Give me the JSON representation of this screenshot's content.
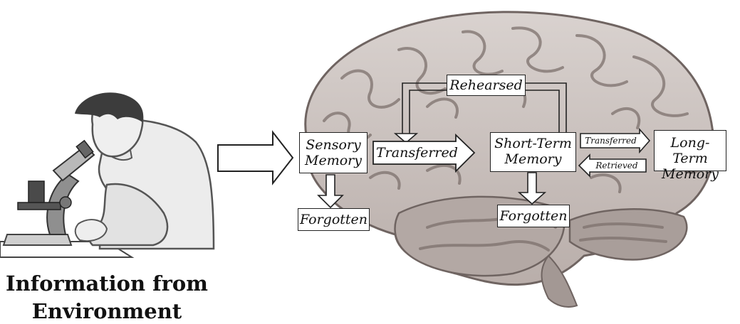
{
  "caption": {
    "line1": "Information from",
    "line2": "Environment"
  },
  "boxes": {
    "sensory_line1": "Sensory",
    "sensory_line2": "Memory",
    "sensory_forgotten": "Forgotten",
    "stm_line1": "Short-Term",
    "stm_line2": "Memory",
    "stm_forgotten": "Forgotten",
    "ltm_line1": "Long-Term",
    "ltm_line2": "Memory",
    "rehearsed": "Rehearsed"
  },
  "arrows": {
    "transferred_main": "Transferred",
    "transferred_small": "Transferred",
    "retrieved": "Retrieved"
  }
}
